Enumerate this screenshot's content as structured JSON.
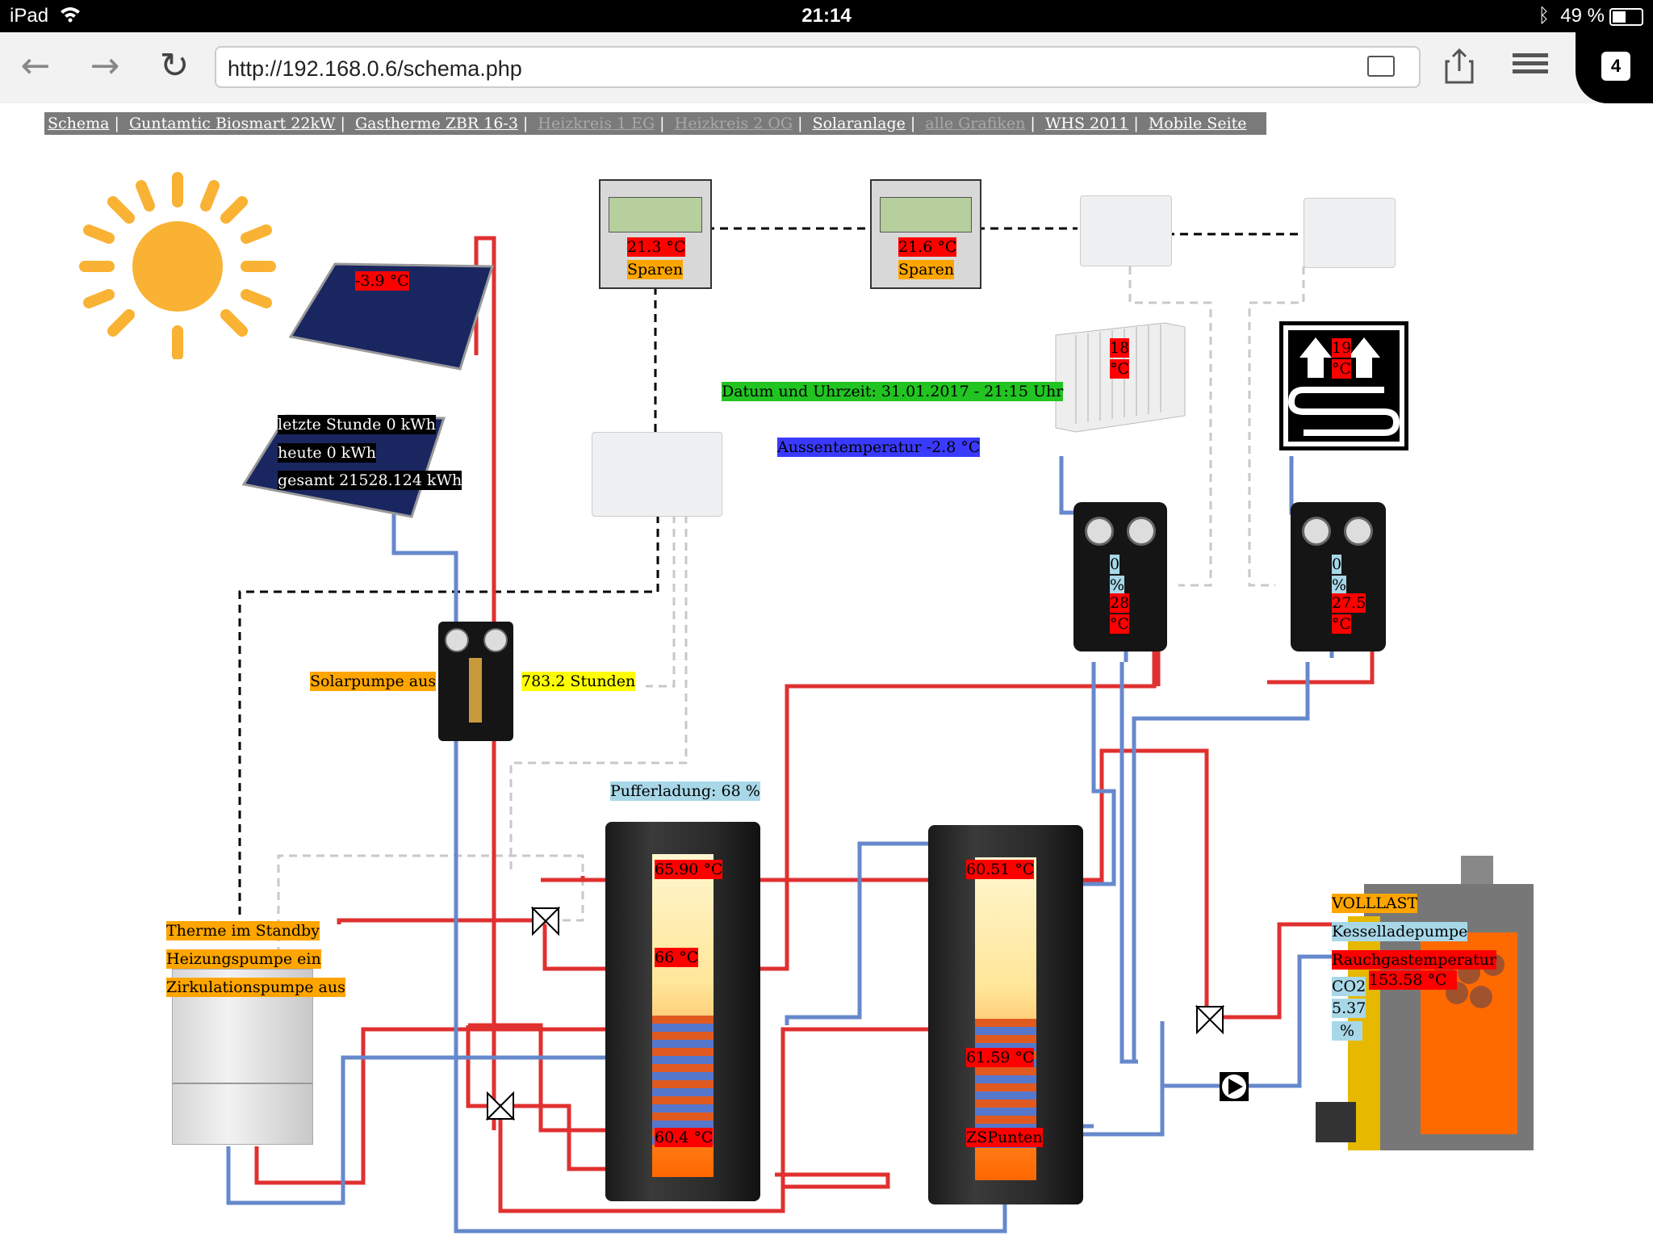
{
  "statusbar": {
    "device": "iPad",
    "time": "21:14",
    "battery": "49 %"
  },
  "browser": {
    "url": "http://192.168.0.6/schema.php",
    "tab_count": "4"
  },
  "nav": [
    {
      "label": "Schema",
      "dim": false
    },
    {
      "label": "Guntamtic Biosmart 22kW",
      "dim": false
    },
    {
      "label": "Gastherme ZBR 16-3",
      "dim": false
    },
    {
      "label": "Heizkreis 1 EG",
      "dim": true
    },
    {
      "label": "Heizkreis 2 OG",
      "dim": true
    },
    {
      "label": "Solaranlage",
      "dim": false
    },
    {
      "label": "alle Grafiken",
      "dim": true
    },
    {
      "label": "WHS 2011",
      "dim": false
    },
    {
      "label": "Mobile Seite",
      "dim": false
    }
  ],
  "labels": {
    "collector_temp": "-3.9 °C",
    "thermostat1_temp": "21.3 °C",
    "thermostat1_mode": "Sparen",
    "thermostat2_temp": "21.6 °C",
    "thermostat2_mode": "Sparen",
    "solar_hour": "letzte Stunde 0 kWh",
    "solar_today": "heute 0 kWh",
    "solar_total": "gesamt 21528.124 kWh",
    "datetime": "Datum und Uhrzeit: 31.01.2017 - 21:15 Uhr",
    "outside_temp": "Aussentemperatur -2.8 °C",
    "radiator_temp_a": "18",
    "radiator_temp_b": "°C",
    "floor_temp_a": "19",
    "floor_temp_b": "°C",
    "hk1_pct_a": "0",
    "hk1_pct_b": "%",
    "hk1_temp_a": "28",
    "hk1_temp_b": "°C",
    "hk2_pct_a": "0",
    "hk2_pct_b": "%",
    "hk2_temp_a": "27.5",
    "hk2_temp_b": "°C",
    "solar_pump": "Solarpumpe aus",
    "solar_hours": "783.2 Stunden",
    "buffer_load": "Pufferladung: 68 %",
    "buffer_top": "65.90 °C",
    "buffer_mid": "66 °C",
    "buffer_bot": "60.4 °C",
    "dhw_top": "60.51 °C",
    "dhw_mid": "61.59 °C",
    "dhw_bot": "ZSPunten",
    "therme_standby": "Therme im Standby",
    "heating_pump": "Heizungspumpe ein",
    "circ_pump": "Zirkulationspumpe aus",
    "boiler_mode": "VOLLLAST",
    "boiler_pump": "Kesselladepumpe",
    "flue_label": "Rauchgastemperatur",
    "flue_temp": "153.58 °C",
    "co2_a": "CO2",
    "co2_b": "5.37",
    "co2_c": "%"
  },
  "colors": {
    "hot": "#e03030",
    "cold": "#6688cc",
    "signal": "#000000",
    "signal_dashed_light": "#c8c8c8"
  }
}
